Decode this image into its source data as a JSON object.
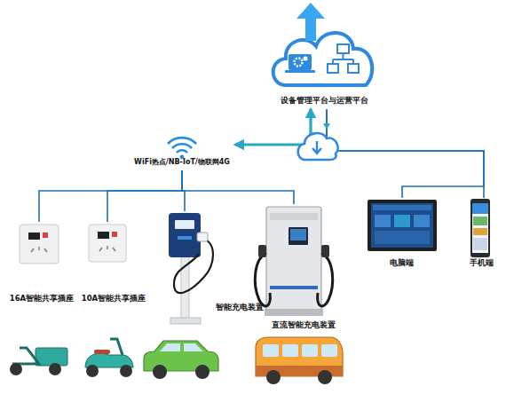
{
  "diagram": {
    "nodes": [
      {
        "text": [
          "设备管理平台与运营平台"
        ]
      },
      {
        "text": [
          "WiFi热点/NB-IoT/物联网4G"
        ]
      },
      {
        "text": [
          "16A智能共享插座"
        ]
      },
      {
        "text": [
          "10A智能共享插座"
        ]
      },
      {
        "text": [
          "智能充电装置"
        ]
      },
      {
        "text": [
          "直流智能充电装置"
        ]
      },
      {
        "text": [
          "电脑端"
        ]
      },
      {
        "text": [
          "手机端"
        ]
      }
    ],
    "edges": [
      {
        "from": 0,
        "to": 1,
        "arrow": "both"
      },
      {
        "from": 1,
        "to": 2,
        "arrow": "none"
      },
      {
        "from": 1,
        "to": 3,
        "arrow": "none"
      },
      {
        "from": 1,
        "to": 4,
        "arrow": "none"
      },
      {
        "from": 1,
        "to": 5,
        "arrow": "none"
      },
      {
        "from": 0,
        "to": 6,
        "arrow": "none"
      },
      {
        "from": 0,
        "to": 7,
        "arrow": "none"
      }
    ]
  }
}
